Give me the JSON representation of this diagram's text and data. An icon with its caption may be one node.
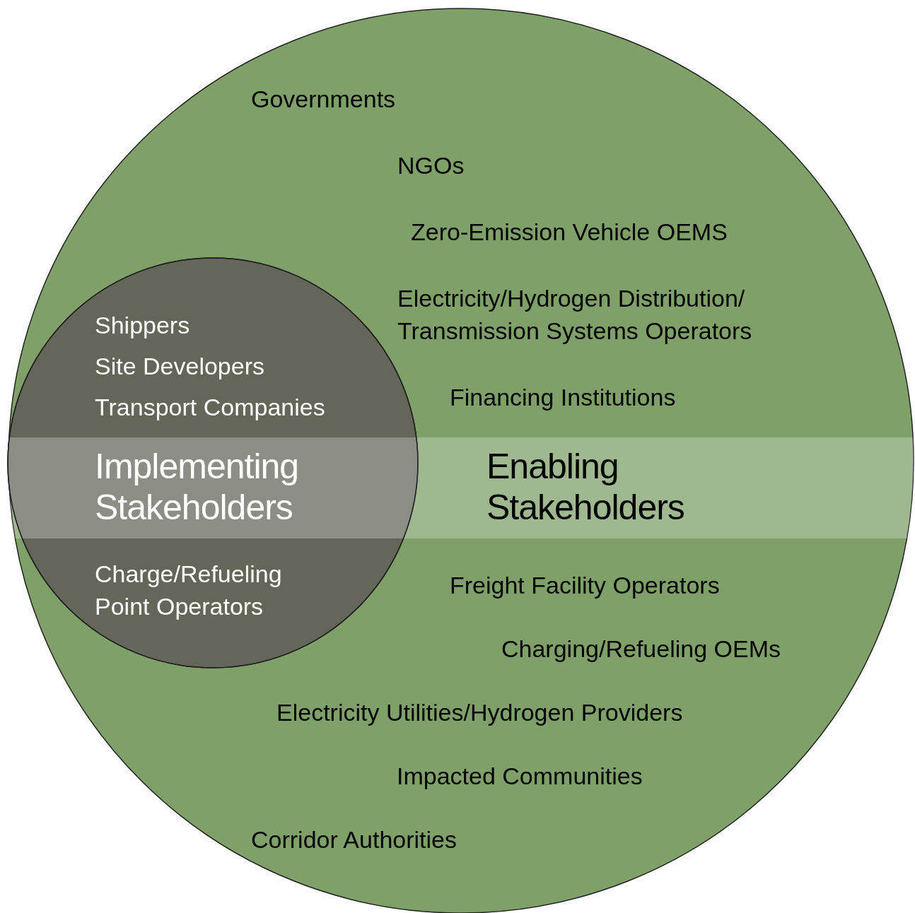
{
  "diagram": {
    "nodes": [
      {
        "text": [
          "Governments",
          "NGOs",
          "Zero-Emission Vehicle OEMS",
          "Electricity/Hydrogen Distribution/ Transmission Systems Operators",
          "Financing Institutions",
          "Enabling Stakeholders",
          "Freight Facility Operators",
          "Charging/Refueling OEMs",
          "Electricity Utilities/Hydrogen Providers",
          "Impacted Communities",
          "Corridor Authorities"
        ]
      },
      {
        "text": [
          "Shippers",
          "Site Developers",
          "Transport Companies",
          "Implementing Stakeholders",
          "Charge/Refueling Point Operators"
        ],
        "in": 0
      }
    ]
  }
}
